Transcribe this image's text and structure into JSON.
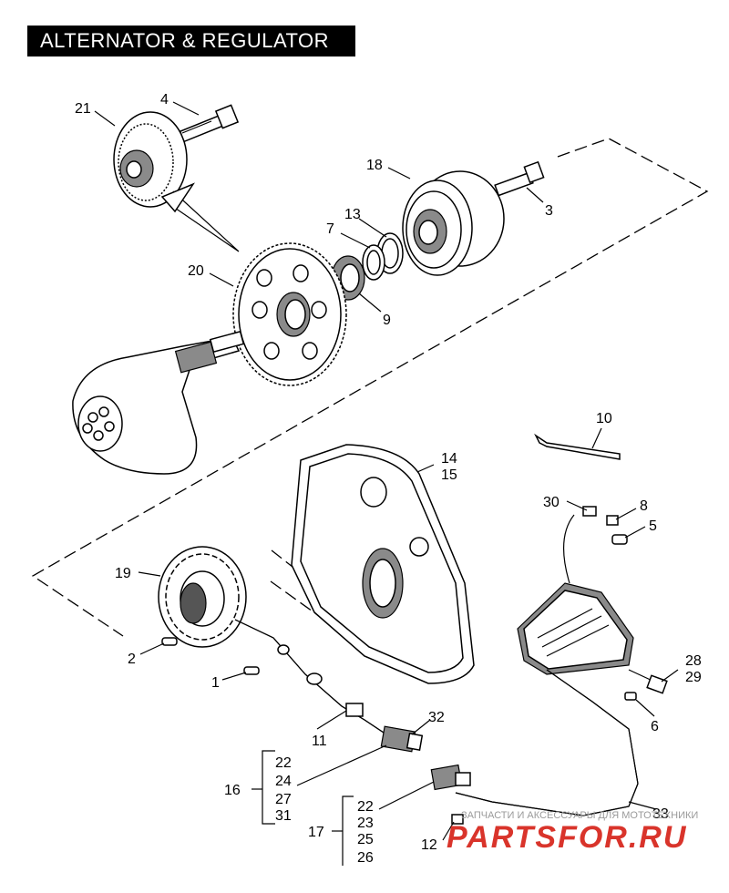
{
  "title": "ALTERNATOR & REGULATOR",
  "callouts": {
    "c1": "1",
    "c2": "2",
    "c3": "3",
    "c4": "4",
    "c5": "5",
    "c6": "6",
    "c7": "7",
    "c8": "8",
    "c9": "9",
    "c10": "10",
    "c11": "11",
    "c12": "12",
    "c13": "13",
    "c14": "14",
    "c15": "15",
    "c16": "16",
    "c17": "17",
    "c18": "18",
    "c19": "19",
    "c20": "20",
    "c21": "21",
    "c28": "28",
    "c29": "29",
    "c30": "30",
    "c32": "32",
    "c33": "33"
  },
  "kit16": [
    "22",
    "24",
    "27",
    "31"
  ],
  "kit17": [
    "22",
    "23",
    "25",
    "26"
  ],
  "watermark": {
    "caption": "ЗАПЧАСТИ И АКСЕССУАРЫ ДЛЯ МОТОТЕХНИКИ",
    "site": "PARTSFOR.RU",
    "color": "#d9342b"
  }
}
